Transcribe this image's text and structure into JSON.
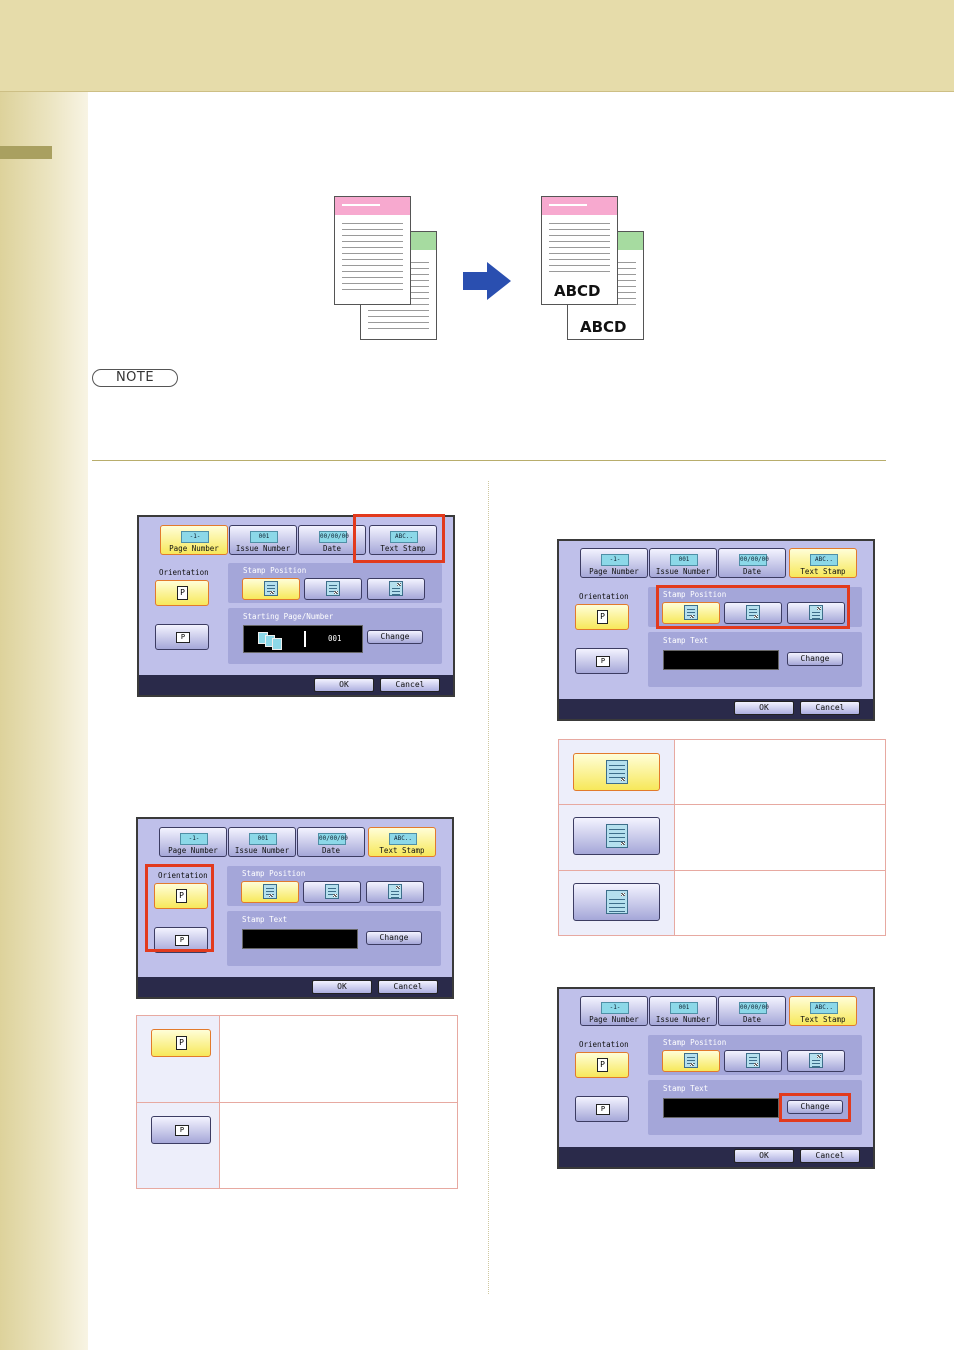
{
  "note_label": "NOTE",
  "illustration": {
    "stamp_text_front": "ABCD",
    "stamp_text_back": "ABCD"
  },
  "screen": {
    "tabs": [
      {
        "icon": "-1-",
        "label": "Page Number"
      },
      {
        "icon": "001",
        "label": "Issue Number"
      },
      {
        "icon": "00/00/00",
        "label": "Date"
      },
      {
        "icon": "ABC..",
        "label": "Text Stamp"
      }
    ],
    "orientation_label": "Orientation",
    "orientation_portrait_glyph": "P",
    "stamp_position_label": "Stamp Position",
    "starting_page_label": "Starting Page/Number",
    "starting_value": "001",
    "stamp_text_label": "Stamp Text",
    "change_label": "Change",
    "ok_label": "OK",
    "cancel_label": "Cancel"
  },
  "colors": {
    "highlight": "#e23a1d",
    "selected_button": "#f7e85a",
    "panel": "#bfc0ea"
  }
}
